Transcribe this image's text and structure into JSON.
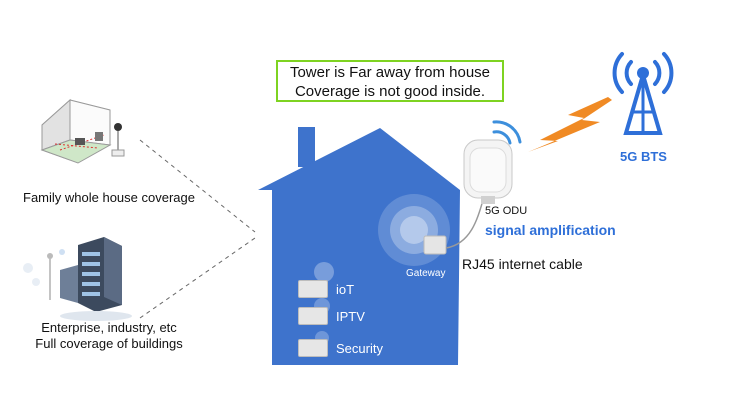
{
  "callout": {
    "line1": "Tower is Far away from house",
    "line2": "Coverage is not good inside."
  },
  "bts": {
    "label": "5G BTS"
  },
  "odu": {
    "label": "5G ODU"
  },
  "signal": {
    "label": "signal amplification"
  },
  "cable": {
    "label": "RJ45 internet cable"
  },
  "gateway": {
    "label": "Gateway"
  },
  "devices": {
    "iot": "ioT",
    "iptv": "IPTV",
    "security": "Security"
  },
  "scenarios": {
    "family": "Family whole house coverage",
    "enterprise_line1": "Enterprise, industry, etc",
    "enterprise_line2": "Full coverage of buildings"
  },
  "colors": {
    "house": "#3e73cc",
    "accent_blue": "#2e6fd8",
    "lightning": "#f08a24",
    "callout_border": "#7ed321"
  }
}
